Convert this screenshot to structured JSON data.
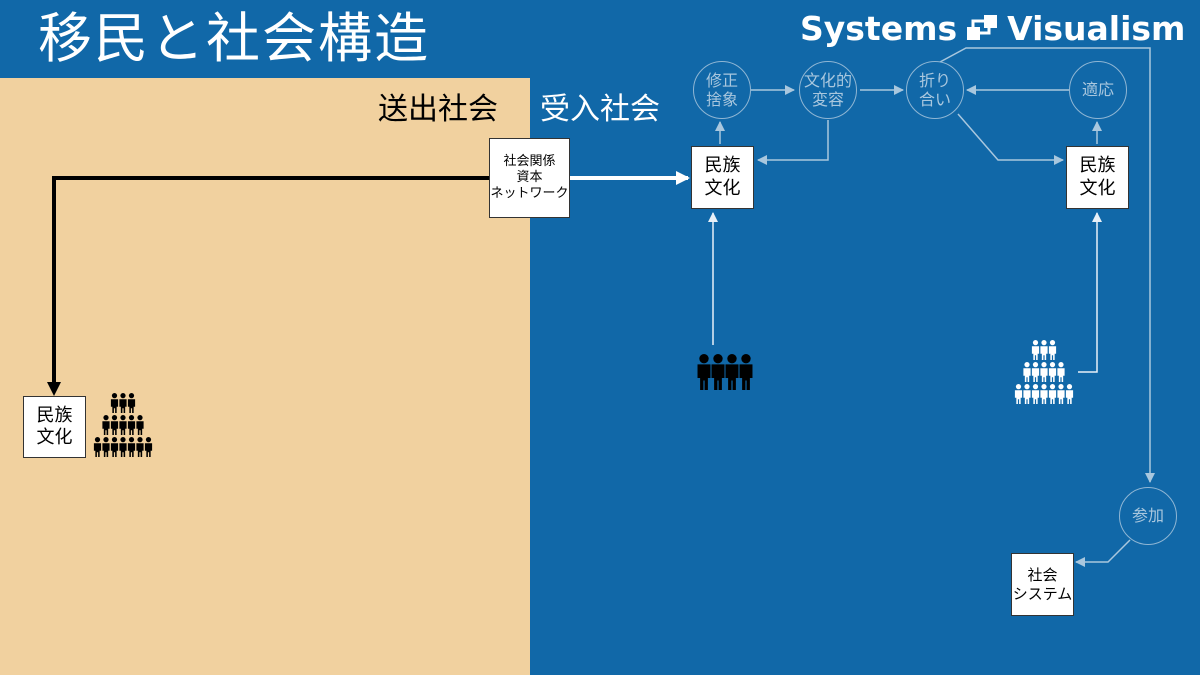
{
  "slide": {
    "title": "移民と社会構造",
    "brand": {
      "left": "Systems",
      "right": "Visualism",
      "logo_icon": "systems-visualism-logo-icon"
    },
    "colors": {
      "receiving_bg": "#1168a8",
      "sending_bg": "#f1d19f",
      "node_stroke": "#8fb6d4",
      "node_text": "#a9c7de",
      "box_bg": "#ffffff"
    }
  },
  "regions": {
    "sending": "送出社会",
    "receiving": "受入社会"
  },
  "boxes": {
    "network": {
      "line1": "社会関係",
      "line2": "資本",
      "line3": "ネットワーク"
    },
    "origin_culture": {
      "line1": "民族",
      "line2": "文化"
    },
    "host_culture_a": {
      "line1": "民族",
      "line2": "文化"
    },
    "host_culture_b": {
      "line1": "民族",
      "line2": "文化"
    },
    "social_system": {
      "line1": "社会",
      "line2": "システム"
    }
  },
  "processes": {
    "modify": {
      "line1": "修正",
      "line2": "捨象"
    },
    "change": {
      "line1": "文化的",
      "line2": "変容"
    },
    "compromise": {
      "line1": "折り",
      "line2": "合い"
    },
    "adapt": {
      "line1": "適応"
    },
    "participate": {
      "line1": "参加"
    }
  },
  "people_icons": {
    "sending_group": "people-pyramid-icon",
    "migrant_group": "people-row-icon",
    "host_group": "people-pyramid-icon"
  }
}
